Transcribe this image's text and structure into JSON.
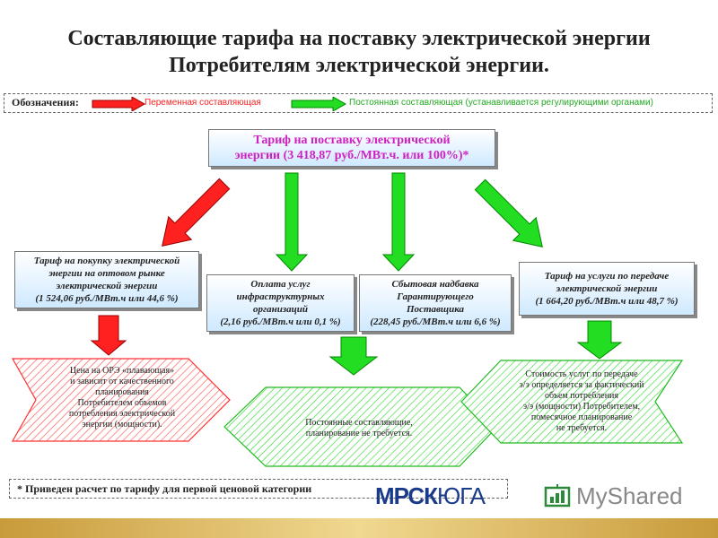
{
  "title_line1": "Составляющие тарифа на поставку электрической энергии",
  "title_line2": "Потребителям электрической энергии.",
  "legend": {
    "label": "Обозначения:",
    "variable": "Переменная составляющая",
    "constant": "Постоянная составляющая (устанавливается регулирующими органами)",
    "colors": {
      "variable": "#ff2020",
      "constant": "#22cc22"
    }
  },
  "main_box": {
    "line1": "Тариф на поставку электрической",
    "line2": "энергии (3 418,87 руб./МВт.ч. или 100%)*"
  },
  "boxes": [
    {
      "line1": "Тариф на покупку электрической",
      "line2": "энергии на оптовом рынке",
      "line3": "электрической энергии",
      "line4": "(1 524,06 руб./МВт.ч или 44,6 %)"
    },
    {
      "line1": "Оплата услуг",
      "line2": "инфраструктурных",
      "line3": "организаций",
      "line4": "(2,16 руб./МВт.ч или 0,1 %)"
    },
    {
      "line1": "Сбытовая надбавка",
      "line2": "Гарантирующего",
      "line3": "Поставщика",
      "line4": "(228,45 руб./МВт.ч или 6,6 %)"
    },
    {
      "line1": "Тариф на услуги по передаче",
      "line2": "электрической энергии",
      "line3": "(1 664,20 руб./МВт.ч или 48,7 %)"
    }
  ],
  "notes": {
    "left": [
      "Цена на ОРЭ «плавающая»",
      "и зависит от качественного",
      "планирования",
      "Потребителем объемов",
      "потребления электрической",
      "энергии (мощности)."
    ],
    "center": [
      "Постоянные составляющие,",
      "планирование не требуется."
    ],
    "right": [
      "Стоимость услуг по передаче",
      "э/э определяется за фактический",
      "объем потребления",
      "э/э (мощности) Потребителем,",
      "помесячное  планирование",
      "не требуется."
    ]
  },
  "footnote": "* Приведен расчет по тарифу для первой ценовой категории",
  "logo_mrsk": {
    "part1": "МРСК",
    "part2": "ЮГА"
  },
  "logo_myshared": "MyShared"
}
